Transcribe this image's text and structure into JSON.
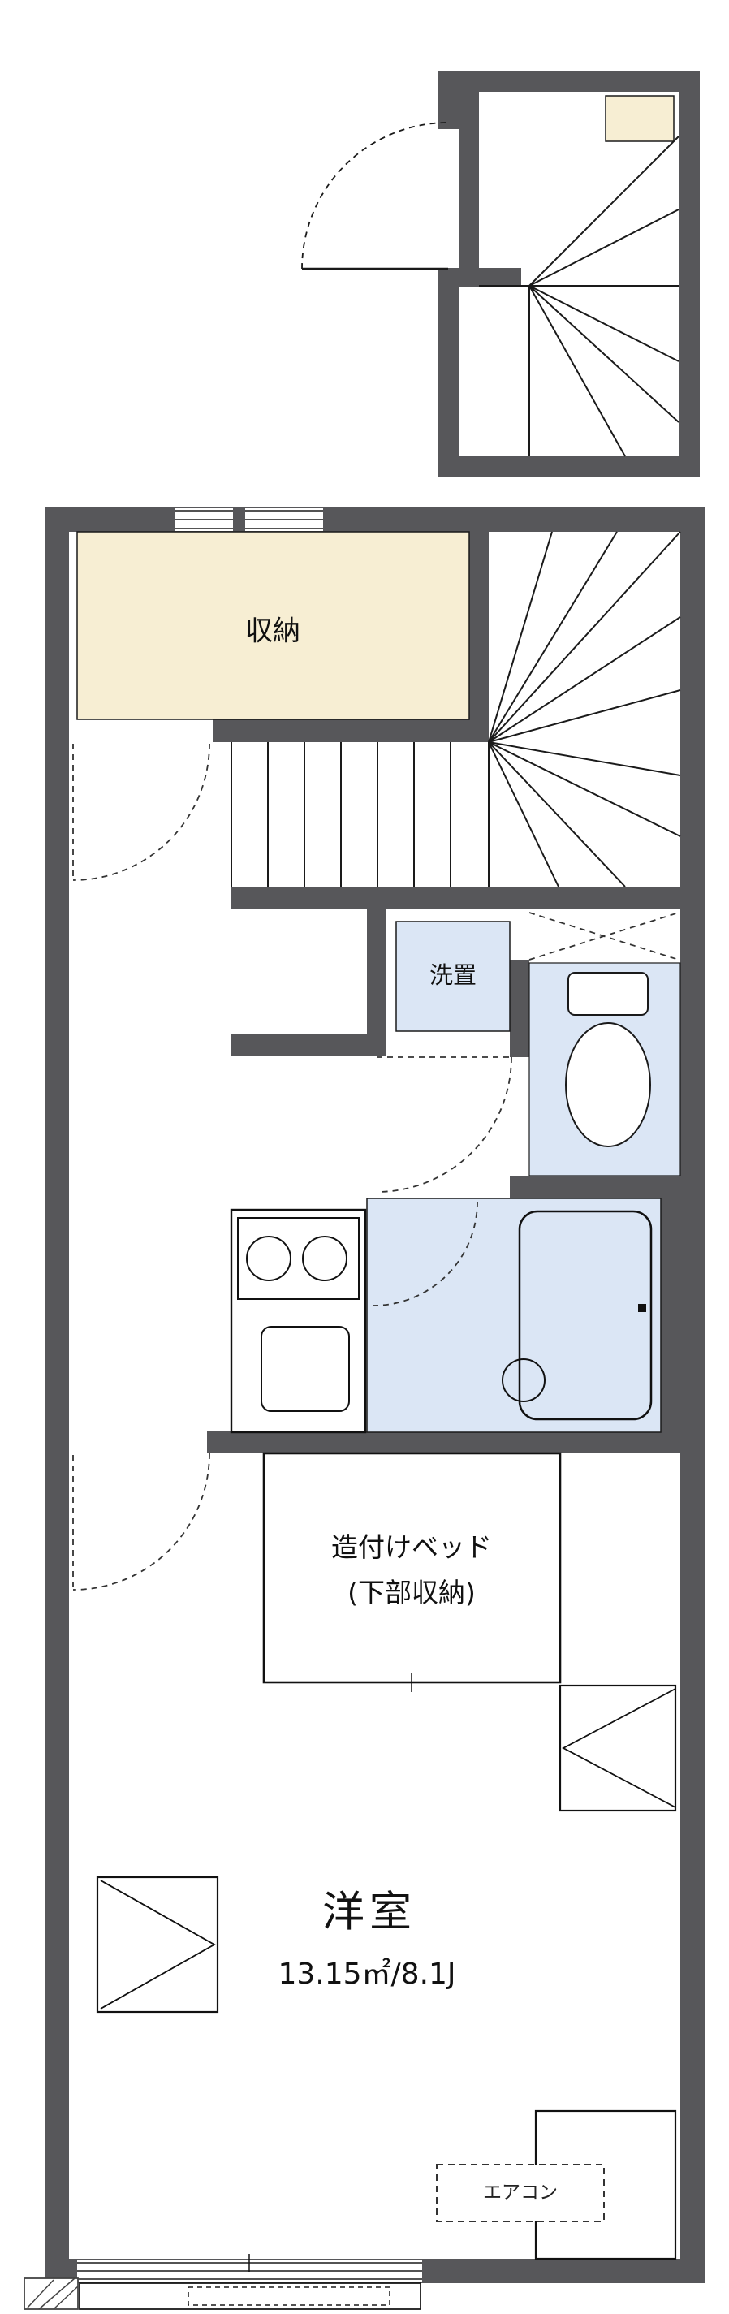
{
  "plan": {
    "type": "apartment-floor-plan",
    "labels": {
      "closet": "収納",
      "washer": "洗置",
      "bed_line1": "造付けベッド",
      "bed_line2": "(下部収納)",
      "room_name": "洋室",
      "room_size": "13.15㎡/8.1J",
      "aircon": "エアコン"
    },
    "colors": {
      "wall": "#57575a",
      "closet_fill": "#f7eed3",
      "wet_fill": "#dbe6f5",
      "line": "#1a1a1a",
      "background": "#ffffff"
    }
  }
}
